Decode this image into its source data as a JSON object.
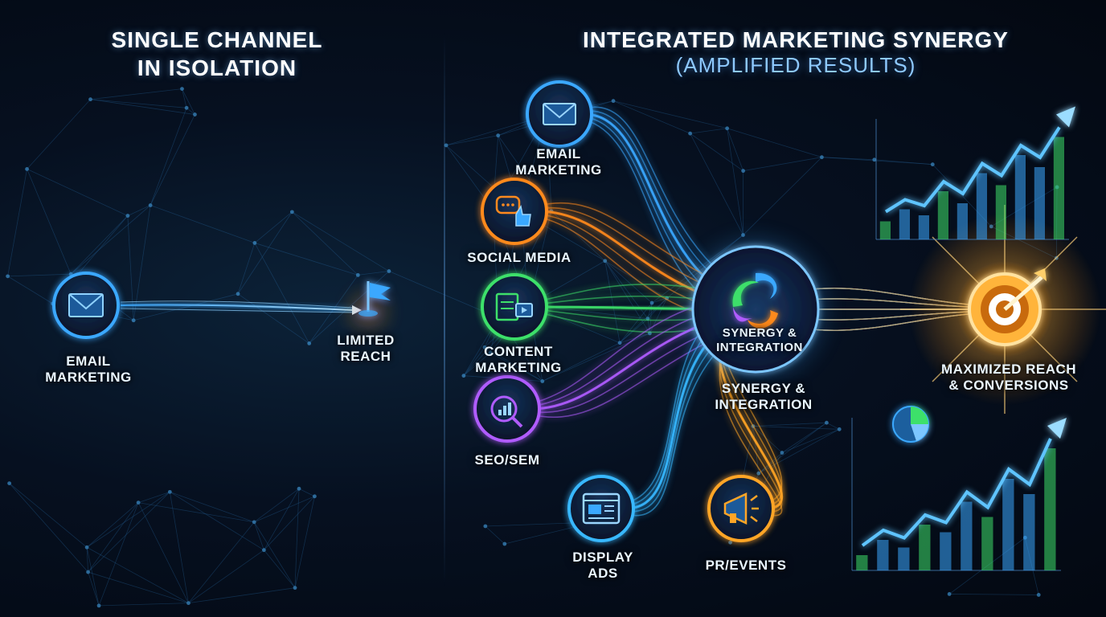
{
  "left": {
    "title_line1": "SINGLE CHANNEL",
    "title_line2": "IN ISOLATION",
    "source_line1": "EMAIL",
    "source_line2": "MARKETING",
    "target_line1": "LIMITED",
    "target_line2": "REACH"
  },
  "right": {
    "title": "INTEGRATED MARKETING SYNERGY",
    "subtitle": "(AMPLIFIED RESULTS)",
    "channels": [
      {
        "line1": "EMAIL",
        "line2": "MARKETING",
        "color": "#3aa8ff",
        "icon": "envelope-icon"
      },
      {
        "line1": "SOCIAL MEDIA",
        "line2": "",
        "color": "#ff8a1e",
        "icon": "chat-thumbs-up-icon"
      },
      {
        "line1": "CONTENT",
        "line2": "MARKETING",
        "color": "#3ee06a",
        "icon": "content-video-icon"
      },
      {
        "line1": "SEO/SEM",
        "line2": "",
        "color": "#b05cff",
        "icon": "magnifier-chart-icon"
      },
      {
        "line1": "DISPLAY",
        "line2": "ADS",
        "color": "#38b8ff",
        "icon": "browser-ad-icon"
      },
      {
        "line1": "PR/EVENTS",
        "line2": "",
        "color": "#ffa526",
        "icon": "megaphone-icon"
      }
    ],
    "hub_line1": "SYNERGY &",
    "hub_line2": "INTEGRATION",
    "hub_caption_line1": "SYNERGY &",
    "hub_caption_line2": "INTEGRATION",
    "result_line1": "MAXIMIZED REACH",
    "result_line2": "& CONVERSIONS",
    "result_icon": "target-arrow-icon"
  },
  "colors": {
    "blue": "#3aa8ff",
    "orange": "#ff8a1e",
    "green": "#3ee06a",
    "purple": "#b05cff",
    "gold": "#ffc24a"
  }
}
